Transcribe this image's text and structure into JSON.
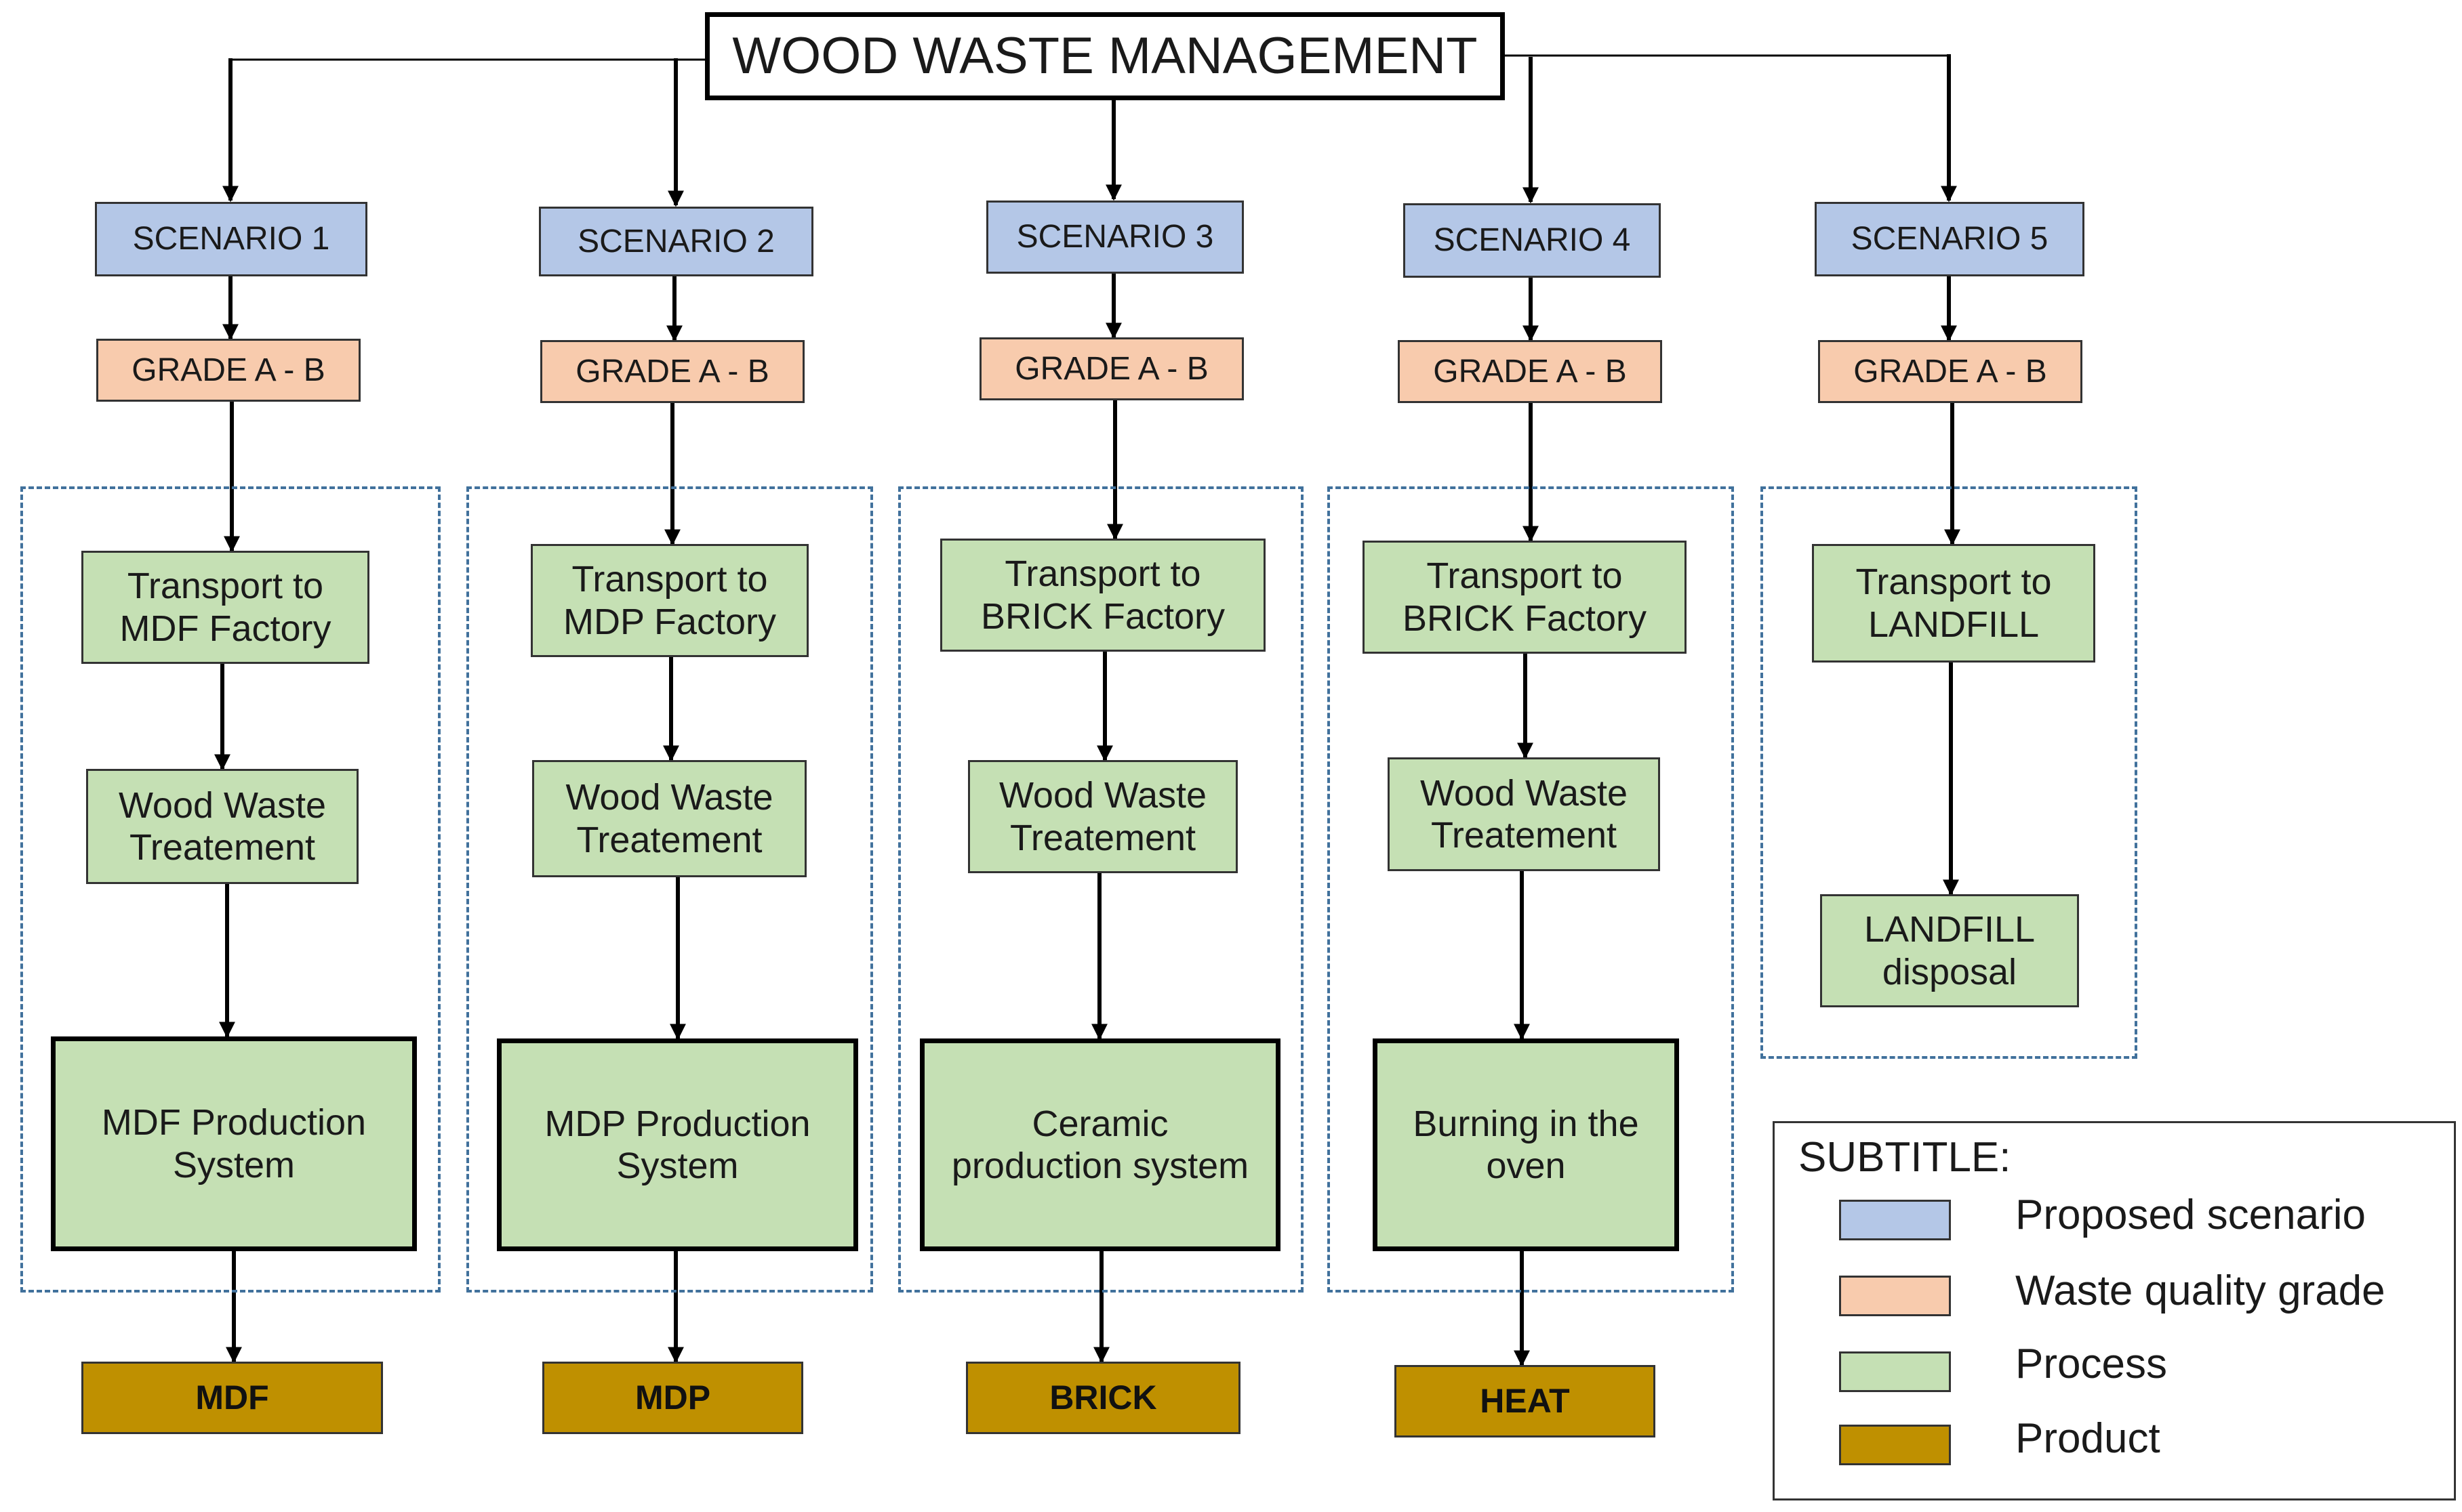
{
  "title": "WOOD WASTE MANAGEMENT",
  "scenarios": [
    {
      "label": "SCENARIO 1",
      "grade": "GRADE A - B",
      "transport": [
        "Transport  to",
        "MDF Factory"
      ],
      "treatment": [
        "Wood Waste",
        "Treatement"
      ],
      "production": [
        "MDF Production",
        "System"
      ],
      "product": "MDF"
    },
    {
      "label": "SCENARIO 2",
      "grade": "GRADE A - B",
      "transport": [
        "Transport  to",
        "MDP Factory"
      ],
      "treatment": [
        "Wood Waste",
        "Treatement"
      ],
      "production": [
        "MDP Production",
        "System"
      ],
      "product": "MDP"
    },
    {
      "label": "SCENARIO 3",
      "grade": "GRADE A - B",
      "transport": [
        "Transport  to",
        "BRICK  Factory"
      ],
      "treatment": [
        "Wood Waste",
        "Treatement"
      ],
      "production": [
        "Ceramic",
        "production system"
      ],
      "product": "BRICK"
    },
    {
      "label": "SCENARIO 4",
      "grade": "GRADE A - B",
      "transport": [
        "Transport  to",
        "BRICK  Factory"
      ],
      "treatment": [
        "Wood Waste",
        "Treatement"
      ],
      "production": [
        "Burning in the",
        "oven"
      ],
      "product": "HEAT"
    },
    {
      "label": "SCENARIO 5",
      "grade": "GRADE A - B",
      "transport": [
        "Transport to",
        "LANDFILL"
      ],
      "disposal": [
        "LANDFILL",
        "disposal"
      ]
    }
  ],
  "legend": {
    "title": "SUBTITLE:",
    "items": [
      {
        "label": "Proposed scenario",
        "color": "#b4c7e7"
      },
      {
        "label": "Waste quality grade",
        "color": "#f8cbad"
      },
      {
        "label": "Process",
        "color": "#c5e0b4"
      },
      {
        "label": "Product",
        "color": "#bf9000"
      }
    ]
  },
  "colors": {
    "scenario": "#b4c7e7",
    "grade": "#f8cbad",
    "process": "#c5e0b4",
    "product": "#bf9000",
    "group_border": "#41719c"
  }
}
